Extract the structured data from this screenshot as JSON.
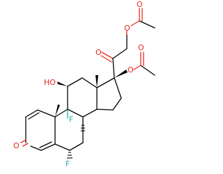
{
  "atoms": {
    "o_ketone_c20": "O",
    "o_ester_c21": "O",
    "o_carbonyl_21_acetate": "O",
    "o_ester_c17": "O",
    "o_carbonyl_17_acetate": "O",
    "hydroxyl_c11": "HO",
    "fluorine_c9": "F",
    "fluorine_c6": "F",
    "o_ketone_c3": "O"
  },
  "colors": {
    "bond": "#000000",
    "oxygen": "#e8291c",
    "fluorine": "#1fb0b0"
  }
}
